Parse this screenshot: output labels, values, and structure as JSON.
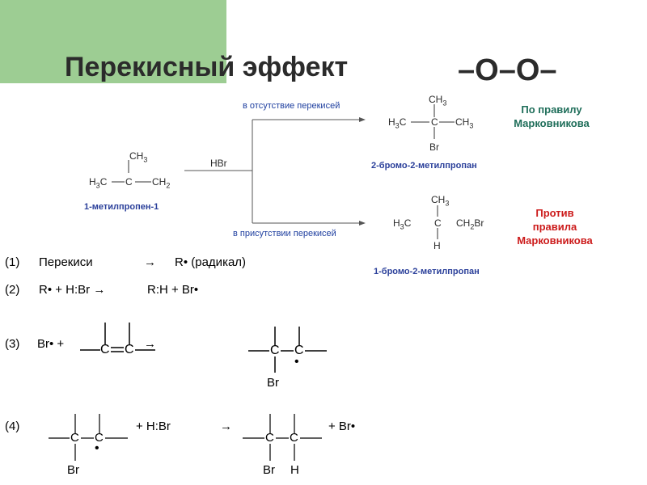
{
  "title": "Перекисный эффект",
  "peroxide_formula": "–O–O–",
  "reagent": "HBr",
  "condition_absent": "в отсутствие перекисей",
  "condition_present": "в присутствии перекисей",
  "reactant": {
    "name": "1-метилпропен-1",
    "top": "CH3",
    "left": "H3C",
    "center": "C",
    "right": "CH2"
  },
  "product_markovnikov": {
    "name": "2-бромо-2-метилпропан",
    "top": "CH3",
    "left": "H3C",
    "center": "C",
    "right": "CH3",
    "bottom": "Br",
    "note": [
      "По правилу",
      "Марковникова"
    ]
  },
  "product_anti": {
    "name": "1-бромо-2-метилпропан",
    "top": "CH3",
    "left": "H3C",
    "center": "C",
    "right": "CH2Br",
    "bottom": "H",
    "note": [
      "Против",
      "правила",
      "Марковникова"
    ]
  },
  "steps": {
    "s1_num": "(1)",
    "s1_left": "Перекиси",
    "s1_arrow": "→",
    "s1_right": "R• (радикал)",
    "s2_num": "(2)",
    "s2_text": "R• + H:Br →",
    "s2_right": "R:H + Br•",
    "s3_num": "(3)",
    "s3_left": "Br• +",
    "s3_arrow": "→",
    "s4_num": "(4)",
    "s4_mid": "+ H:Br",
    "s4_arrow": "→",
    "s4_right": "+ Br•"
  },
  "atoms": {
    "c": "C",
    "br": "Br",
    "h": "H",
    "radical_dot": "•"
  },
  "colors": {
    "accent_green": "#9dcd93",
    "label_blue": "#2a3f9a",
    "note_green": "#1f6e5a",
    "note_red": "#cc1b1b"
  }
}
